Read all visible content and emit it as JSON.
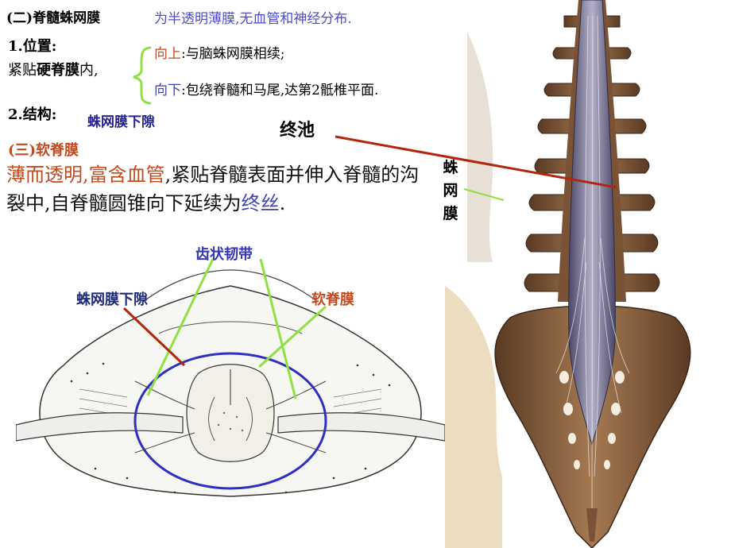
{
  "section2": {
    "heading": "(二)脊髓蛛网膜",
    "description": "为半透明薄膜,无血管和神经分布."
  },
  "position": {
    "heading": "1.位置:",
    "body_prefix": "紧贴",
    "body_emphasis": "硬脊膜",
    "body_suffix": "内,",
    "up_label": "向上",
    "up_text": ":与脑蛛网膜相续;",
    "down_label": "向下",
    "down_text": ":包绕脊髓和马尾,达第2骶椎平面."
  },
  "structure": {
    "heading": "2.结构:",
    "value": "蛛网膜下隙"
  },
  "section3": {
    "heading": "(三)软脊膜",
    "body_red": "薄而透明,富含血管",
    "body_mid": ",紧贴脊髓表面并伸入脊髓的沟裂中,自脊髓圆锥向下延续为",
    "body_blue": "终丝",
    "body_end": "."
  },
  "figure": {
    "label_terminal_cistern": "终池",
    "label_arachnoid_vertical": "蛛网膜",
    "label_dentate_ligament": "齿状韧带",
    "label_subarachnoid_space": "蛛网膜下隙",
    "label_pia_mater": "软脊膜"
  },
  "colors": {
    "heading_red": "#c34a1e",
    "text_blue": "#4040b8",
    "pointer_green": "#8fe040",
    "pointer_red": "#b3260e",
    "circle_blue": "#3030c0",
    "bone": "#9a6f4c",
    "cord": "#8e8aa8"
  }
}
